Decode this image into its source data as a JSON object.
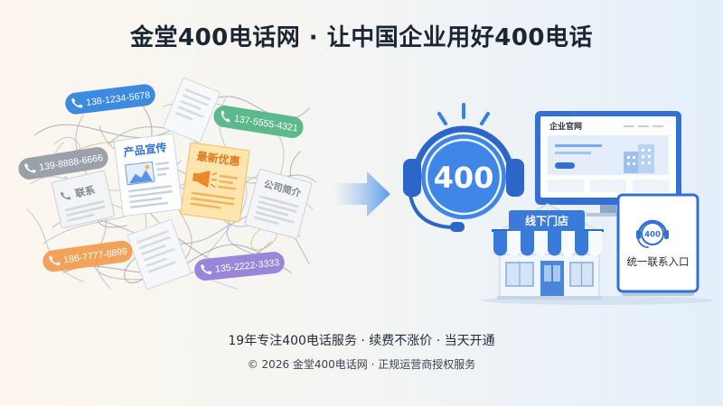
{
  "title": "金堂400电话网 · 让中国企业用好400电话",
  "illustration_left": {
    "phone_pills": [
      {
        "number": "138-1234-5678",
        "color": "#3d8be0",
        "icon": "phone-icon"
      },
      {
        "number": "137-5555-4321",
        "color": "#5cb98c",
        "icon": "phone-icon"
      },
      {
        "number": "139-8888-6666",
        "color": "#9aa1a9",
        "icon": "phone-icon"
      },
      {
        "number": "186-7777-8899",
        "color": "#f2a25a",
        "icon": "phone-icon"
      },
      {
        "number": "135-2222-3333",
        "color": "#9a86d8",
        "icon": "phone-icon"
      }
    ],
    "flyers": {
      "product": "产品宣传",
      "offer": "最新优惠",
      "contact": "联系",
      "company": "公司简介"
    }
  },
  "illustration_right": {
    "hotline_badge": "400",
    "hotline_icon": "headset-icon",
    "website_header": "企业官网",
    "store_sign": "线下门店",
    "standee_badge": "400",
    "standee_label": "统一联系入口"
  },
  "tagline": "19年专注400电话服务 · 续费不涨价 · 当天开通",
  "footer": "© 2026 金堂400电话网 · 正规运营商授权服务",
  "colors": {
    "brand_blue": "#3a80e0",
    "dark_blue": "#2b66c8",
    "title_text": "#1c2633",
    "offer_orange": "#e0781c"
  }
}
